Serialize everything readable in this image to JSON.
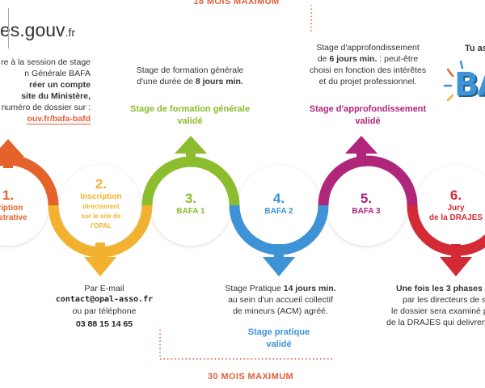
{
  "top_duration": "18 MOIS MAXIMUM",
  "bottom_duration": "30 MOIS MAXIMUM",
  "logo": {
    "text": "es.gouv",
    "suffix": ".fr"
  },
  "intro": {
    "line1": "re à la session de stage",
    "line2": "n Générale BAFA",
    "line3": "réer un compte",
    "line4": "site du Ministère,",
    "line5": "numéro de dossier sur :",
    "link": "ouv.fr/bafa-bafd"
  },
  "stage_general": {
    "line1": "Stage de formation générale",
    "line2_pre": "d'une durée de ",
    "line2_bold": "8 jours min."
  },
  "stage_general_validated": {
    "line1": "Stage de formation générale",
    "line2": "validé"
  },
  "stage_appro": {
    "line1": "Stage d'approfondissement",
    "line2_pre": "de ",
    "line2_bold": "6 jours min.",
    "line2_post": " : peut-être",
    "line3": "choisi en fonction des intérêtes",
    "line4": "et du projet professionnel."
  },
  "stage_appro_validated": {
    "line1": "Stage d'approfondissement",
    "line2": "validé"
  },
  "stage_pratique": {
    "pre": "Stage Pratique ",
    "bold": "14 jours min.",
    "line2": "au sein d'un accueil collectif",
    "line3": "de mineurs (ACM) agréé."
  },
  "stage_pratique_validated": {
    "line1": "Stage pratique",
    "line2": "validé"
  },
  "contact": {
    "line1": "Par E-mail",
    "email": "contact@opal-asso.fr",
    "line3": "ou par téléphone",
    "phone": "03 88 15 14 65"
  },
  "jury_text": {
    "line1_bold": "Une fois les 3 phases",
    "line2": "par les directeurs de s",
    "line3": "le dossier sera examiné p",
    "line4": "de la DRAJES qui delivren"
  },
  "promo_text": "Tu as",
  "badge_text": "BA",
  "steps": [
    {
      "num": "1.",
      "label1": "cription",
      "label2": "inistrative"
    },
    {
      "num": "2.",
      "label1": "Inscription",
      "label2": "directement",
      "label3": "sur le site de",
      "label4": "l'OPAL"
    },
    {
      "num": "3.",
      "label1": "BAFA 1"
    },
    {
      "num": "4.",
      "label1": "BAFA 2"
    },
    {
      "num": "5.",
      "label1": "BAFA 3"
    },
    {
      "num": "6.",
      "label1": "Jury",
      "label2": "de la DRAJES"
    }
  ],
  "colors": {
    "orange": "#e4632a",
    "yellow": "#f2b230",
    "green": "#8cbd2e",
    "blue": "#3d93d6",
    "magenta": "#b0267a",
    "red": "#d42a36",
    "accent": "#e0603a"
  }
}
